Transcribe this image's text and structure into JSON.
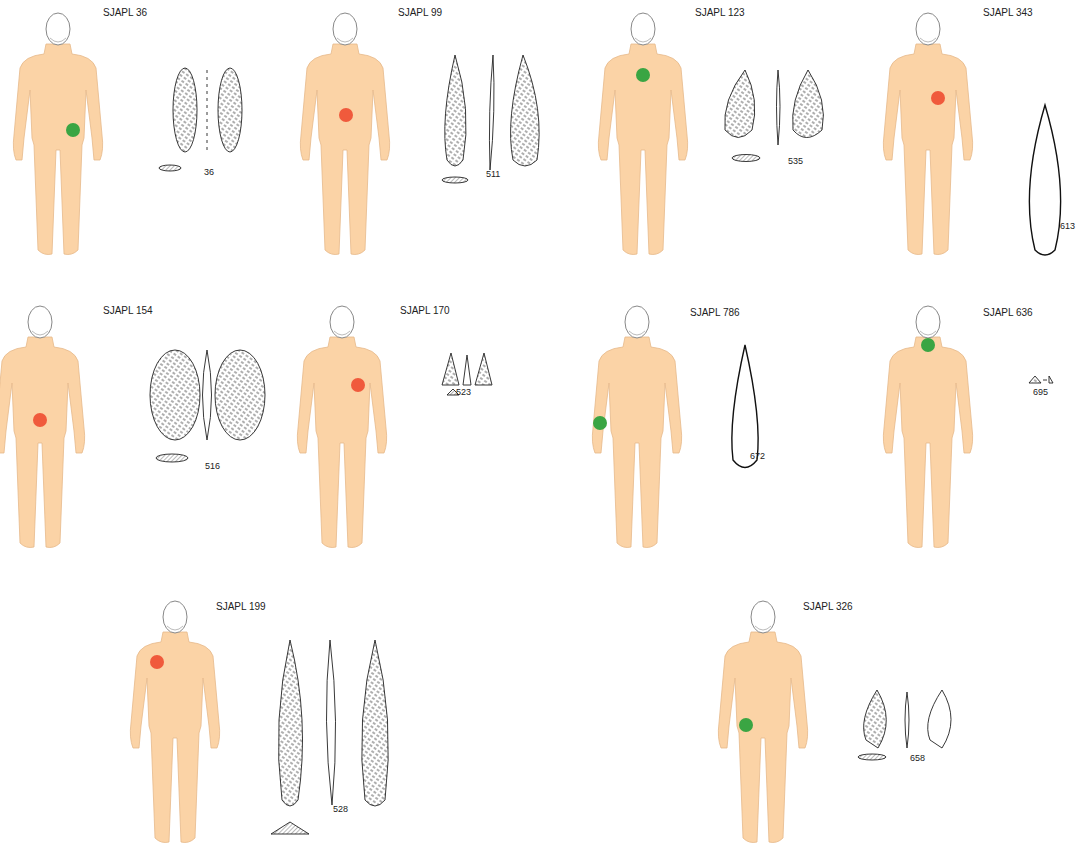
{
  "diagram": {
    "labels": [
      "SJAPL 36",
      "36",
      "SJAPL 99",
      "511",
      "SJAPL 123",
      "535",
      "SJAPL 343",
      "613",
      "SJAPL 154",
      "516",
      "SJAPL 170",
      "523",
      "SJAPL 786",
      "672",
      "SJAPL 636",
      "695",
      "SJAPL 199",
      "528",
      "SJAPL 326",
      "658"
    ]
  }
}
